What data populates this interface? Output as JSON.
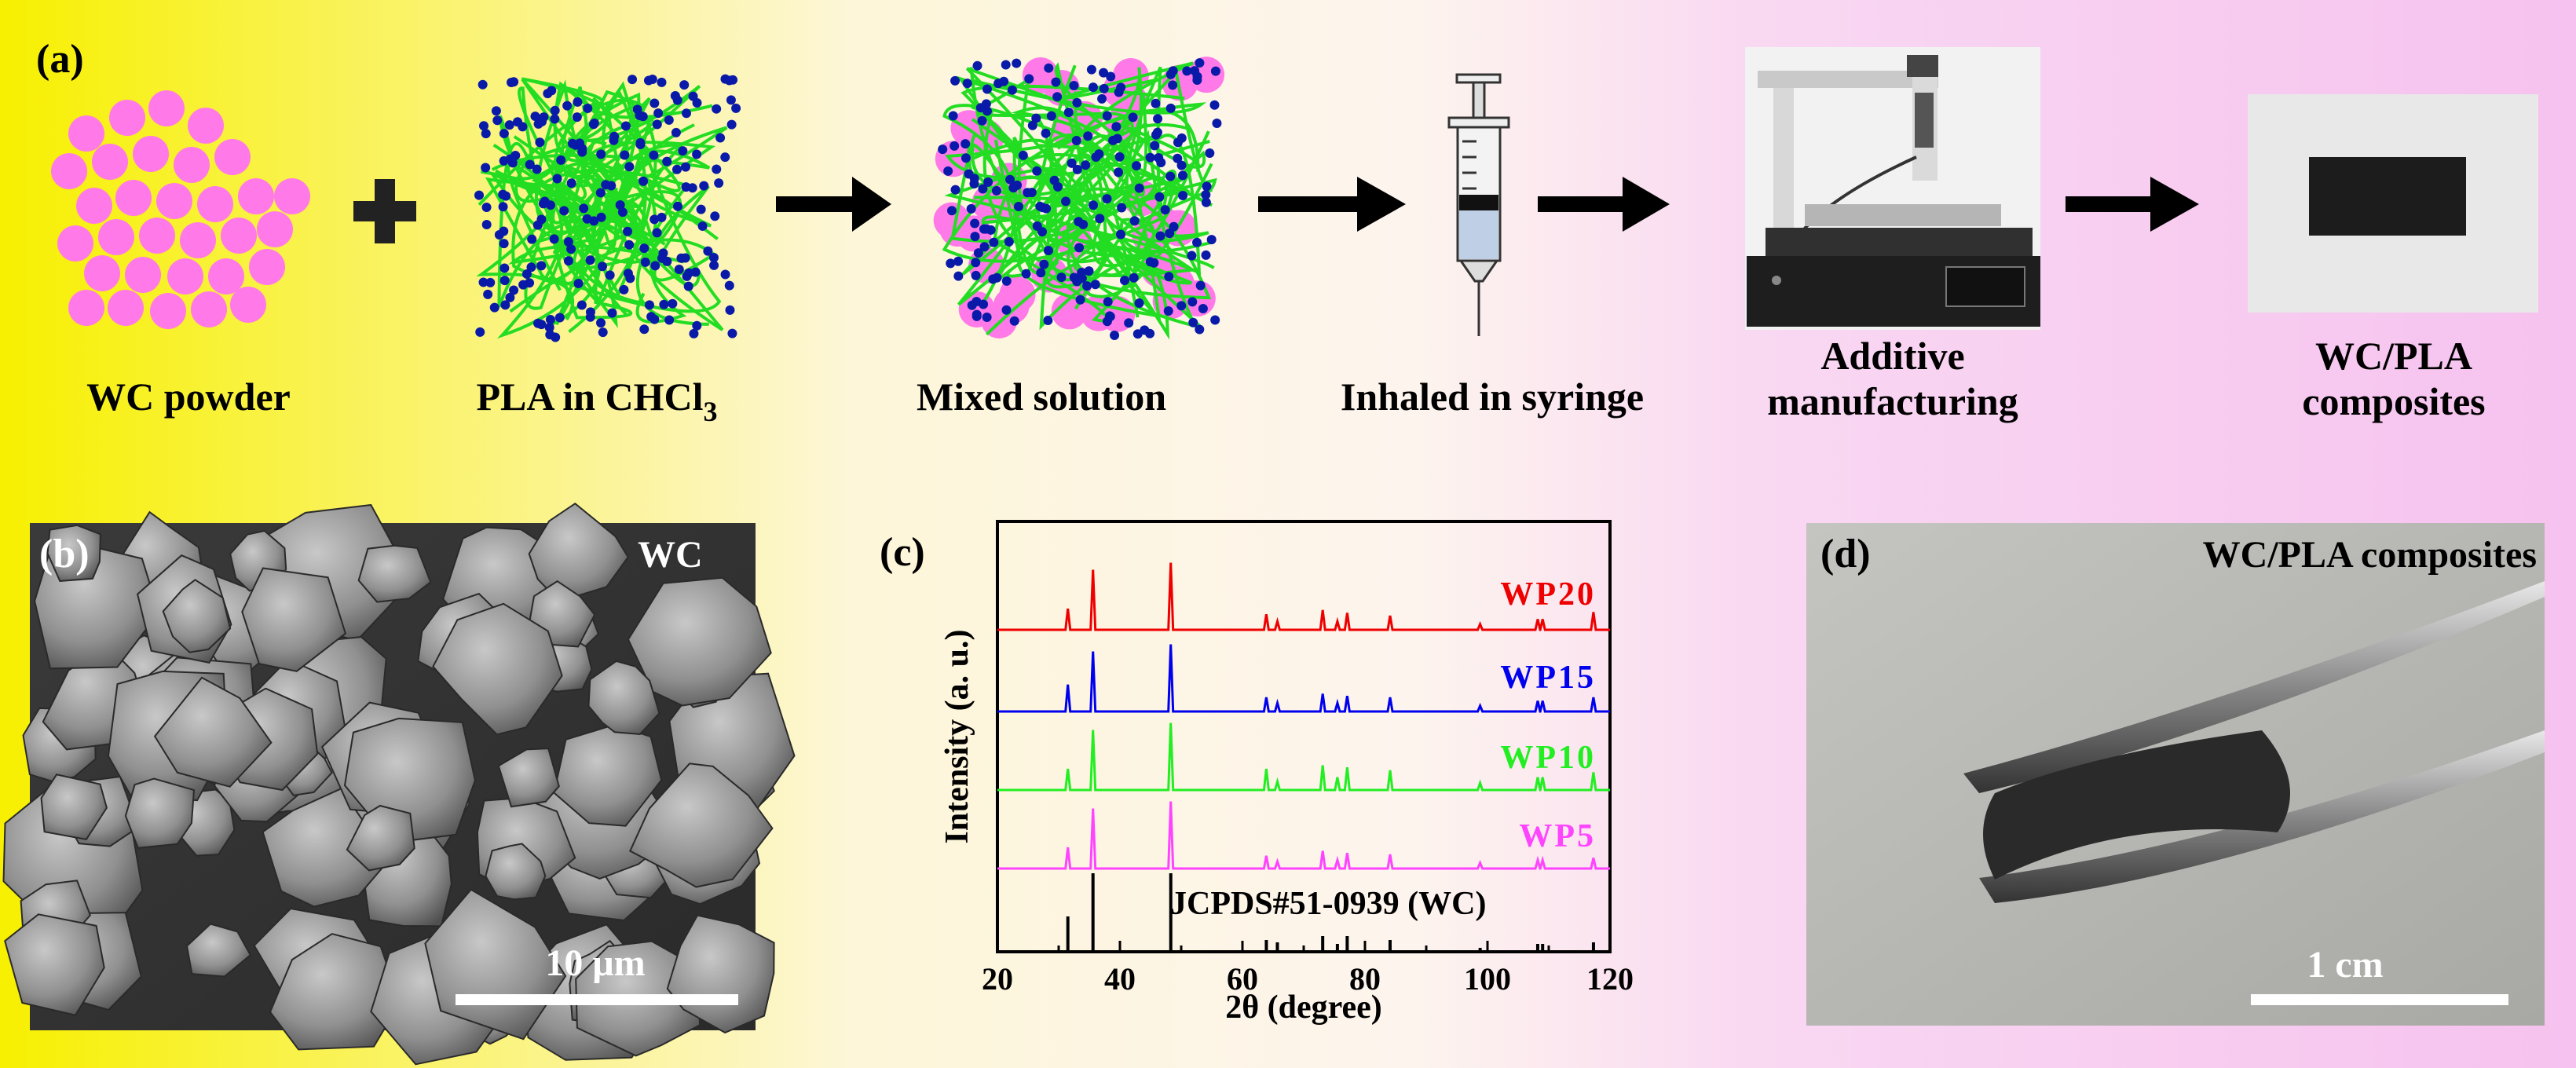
{
  "panels": {
    "a": "(a)",
    "b": "(b)",
    "c": "(c)",
    "d": "(d)"
  },
  "steps": {
    "wc_powder": "WC powder",
    "pla_in_chcl3": "PLA in CHCl",
    "pla_subscript": "3",
    "mixed_solution": "Mixed solution",
    "inhaled_in_syringe": "Inhaled in syringe",
    "additive_line1": "Additive",
    "additive_line2": "manufacturing",
    "composites_line1": "WC/PLA",
    "composites_line2": "composites"
  },
  "sem": {
    "material_label": "WC",
    "scale_bar": "10 μm"
  },
  "photo": {
    "title": "WC/PLA composites",
    "scale_bar": "1 cm"
  },
  "chart_data": {
    "type": "line",
    "title": "",
    "xlabel": "2θ (degree)",
    "ylabel": "Intensity (a. u.)",
    "xlim": [
      20,
      120
    ],
    "xticks": [
      20,
      40,
      60,
      80,
      100,
      120
    ],
    "reference_label": "JCPDS#51-0939 (WC)",
    "peaks_2theta": [
      31.5,
      35.6,
      48.3,
      63.9,
      65.7,
      73.1,
      75.5,
      77.1,
      84.1,
      98.8,
      108.2,
      109.0,
      117.3
    ],
    "reference_relative_intensity": [
      0.45,
      1.0,
      1.0,
      0.15,
      0.12,
      0.2,
      0.1,
      0.2,
      0.15,
      0.05,
      0.1,
      0.1,
      0.12
    ],
    "series": [
      {
        "name": "WP5",
        "color": "#ff44ff",
        "intensities": [
          0.3,
          0.85,
          0.95,
          0.18,
          0.1,
          0.25,
          0.12,
          0.22,
          0.2,
          0.08,
          0.12,
          0.12,
          0.15
        ]
      },
      {
        "name": "WP10",
        "color": "#22ee22",
        "intensities": [
          0.3,
          0.85,
          0.95,
          0.3,
          0.12,
          0.35,
          0.18,
          0.32,
          0.28,
          0.1,
          0.18,
          0.18,
          0.25
        ]
      },
      {
        "name": "WP15",
        "color": "#0000ee",
        "intensities": [
          0.38,
          0.85,
          0.95,
          0.2,
          0.12,
          0.25,
          0.12,
          0.22,
          0.2,
          0.08,
          0.15,
          0.15,
          0.2
        ]
      },
      {
        "name": "WP20",
        "color": "#ee0000",
        "intensities": [
          0.3,
          0.85,
          0.95,
          0.22,
          0.12,
          0.28,
          0.12,
          0.24,
          0.2,
          0.08,
          0.15,
          0.15,
          0.25
        ]
      }
    ]
  },
  "colors": {
    "bg_left": "#f7f000",
    "bg_mid": "#fdf8e0",
    "bg_right": "#f7c6f0",
    "wc_particle": "#ff79e8",
    "pla_chain": "#22dd22",
    "pla_dot": "#0a1aa8",
    "arrow": "#000000"
  }
}
